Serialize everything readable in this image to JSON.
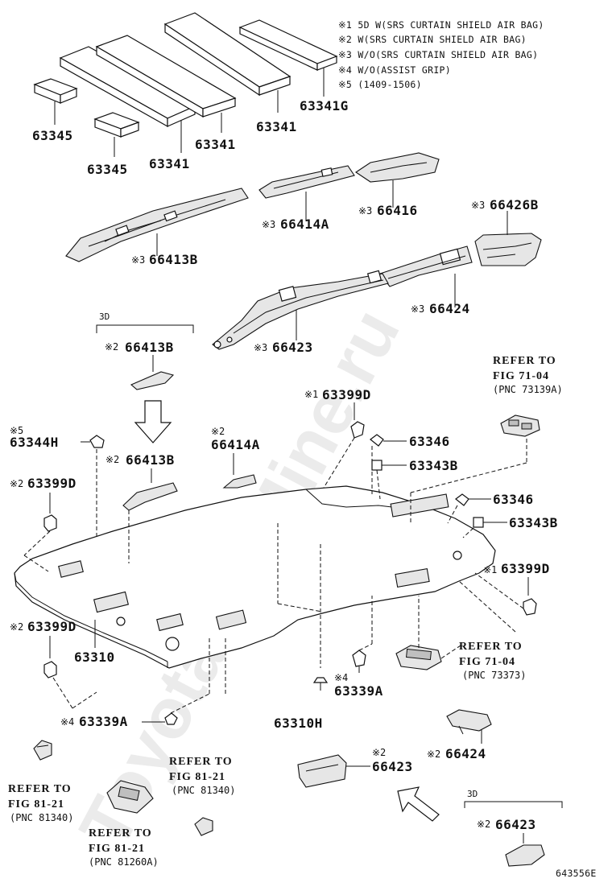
{
  "watermark": "ToyotaCarMine.ru",
  "notes": [
    {
      "mark": "※1",
      "text": "5D W(SRS CURTAIN SHIELD AIR BAG)"
    },
    {
      "mark": "※2",
      "text": "W(SRS CURTAIN SHIELD AIR BAG)"
    },
    {
      "mark": "※3",
      "text": "W/O(SRS CURTAIN SHIELD AIR BAG)"
    },
    {
      "mark": "※4",
      "text": "W/O(ASSIST GRIP)"
    },
    {
      "mark": "※5",
      "text": "(1409-1506)"
    }
  ],
  "labels": {
    "p63345a": "63345",
    "p63345b": "63345",
    "p63341a": "63341",
    "p63341b": "63341",
    "p63341c": "63341",
    "p63341g": "63341G",
    "p66414a_top": "66414A",
    "p66416": "66416",
    "p66426b": "66426B",
    "p66413b_top": "66413B",
    "p66424_top": "66424",
    "p66423_top": "66423",
    "p66413b_3d": "66413B",
    "p63399d_center": "63399D",
    "p63346a": "63346",
    "p63343ba": "63343B",
    "p63344h": "63344H",
    "p66413b_mid": "66413B",
    "p66414a_mid": "66414A",
    "p63399d_left": "63399D",
    "p63346b": "63346",
    "p63343bb": "63343B",
    "p63399d_right": "63399D",
    "p63399d_lower": "63399D",
    "p63310": "63310",
    "p63339a_center": "63339A",
    "p63339a_left": "63339A",
    "p63310h": "63310H",
    "p66424_low": "66424",
    "p66423_low": "66423",
    "p66423_3d": "66423"
  },
  "marks": {
    "m1": "※1",
    "m2": "※2",
    "m3": "※3",
    "m4": "※4",
    "m5": "※5"
  },
  "three_d": "3D",
  "refs": [
    {
      "key": "ref1",
      "line1": "REFER TO",
      "line2": "FIG 71-04",
      "pnc": "(PNC 73139A)"
    },
    {
      "key": "ref2",
      "line1": "REFER TO",
      "line2": "FIG 71-04",
      "pnc": "(PNC 73373)"
    },
    {
      "key": "ref3",
      "line1": "REFER TO",
      "line2": "FIG 81-21",
      "pnc": "(PNC 81340)"
    },
    {
      "key": "ref4",
      "line1": "REFER TO",
      "line2": "FIG 81-21",
      "pnc": "(PNC 81340)"
    },
    {
      "key": "ref5",
      "line1": "REFER TO",
      "line2": "FIG 81-21",
      "pnc": "(PNC 81260A)"
    }
  ],
  "figure_id": "643556E"
}
